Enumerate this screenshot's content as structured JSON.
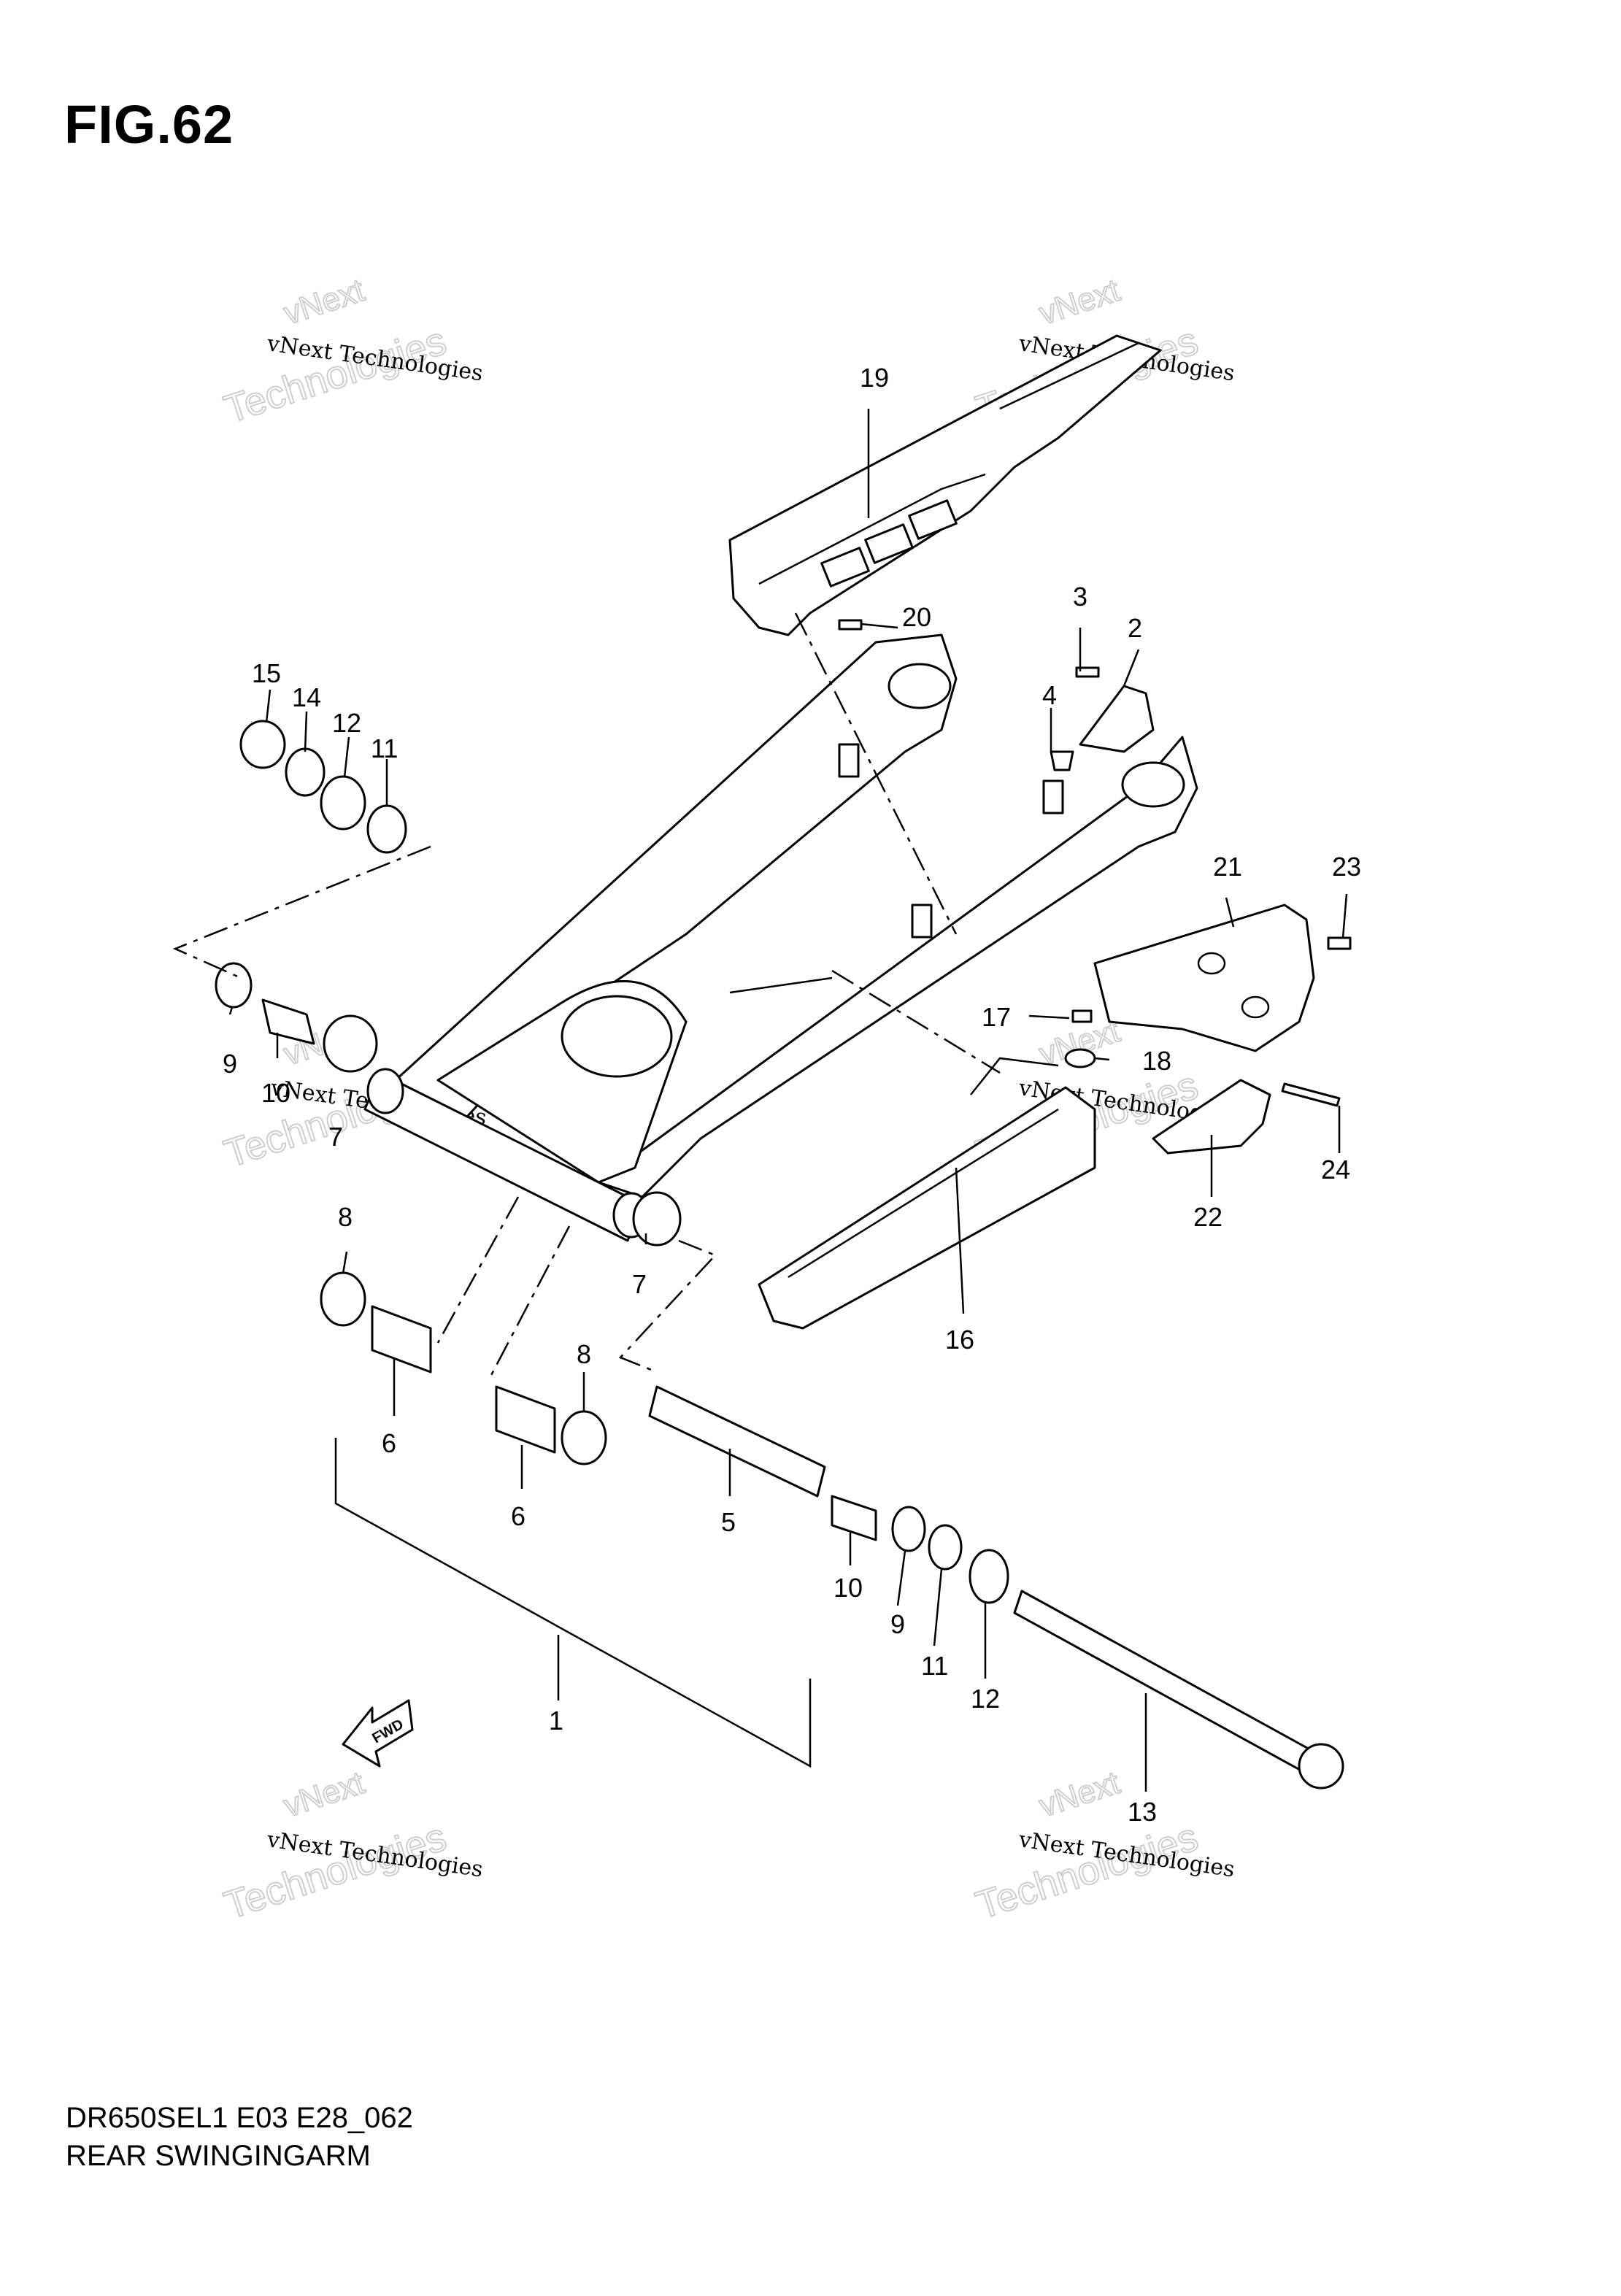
{
  "figure_title": "FIG.62",
  "model_code": "DR650SEL1 E03 E28_062",
  "diagram_name": "REAR SWINGINGARM",
  "fwd_label": "FWD",
  "watermark": {
    "small": "vNext Technologies",
    "big": "Technologies",
    "top": "vNext"
  },
  "callouts": [
    "1",
    "2",
    "3",
    "4",
    "5",
    "6",
    "6",
    "7",
    "7",
    "8",
    "8",
    "9",
    "9",
    "10",
    "10",
    "11",
    "11",
    "12",
    "12",
    "13",
    "14",
    "15",
    "16",
    "17",
    "18",
    "19",
    "20",
    "21",
    "22",
    "23",
    "24"
  ]
}
